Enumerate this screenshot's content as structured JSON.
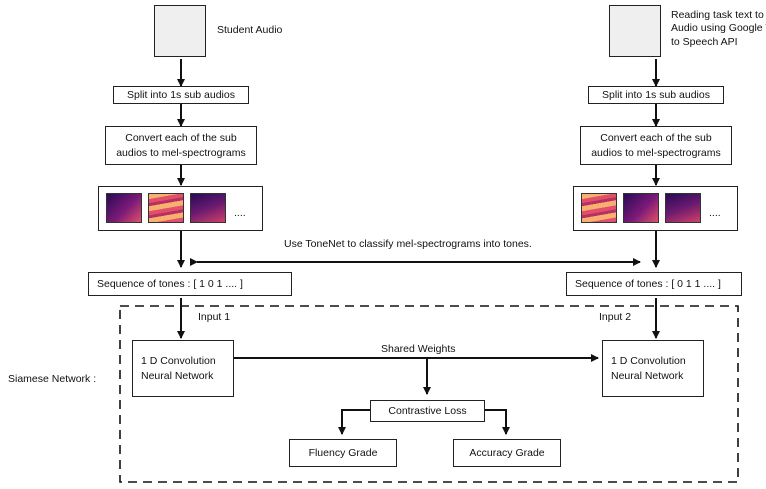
{
  "left_branch": {
    "audio_label": "Student Audio",
    "split_label": "Split into 1s sub audios",
    "convert_label": "Convert each of the sub audios to mel-spectrograms",
    "ellipsis": "....",
    "tones_label": "Sequence of tones : [ 1 0 1 .... ]",
    "input_label": "Input 1",
    "conv_label": "1 D Convolution Neural Network"
  },
  "right_branch": {
    "audio_label": "Reading task text to Audio using Google Text to Speech API",
    "split_label": "Split into 1s sub audios",
    "convert_label": "Convert each of the sub audios to mel-spectrograms",
    "ellipsis": "....",
    "tones_label": "Sequence of tones : [ 0 1 1 .... ]",
    "input_label": "Input 2",
    "conv_label": "1 D Convolution Neural Network"
  },
  "tonenet_label": "Use ToneNet to classify mel-spectrograms into tones.",
  "siamese": {
    "label": "Siamese Network :",
    "shared_weights": "Shared Weights",
    "loss_label": "Contrastive Loss",
    "fluency_label": "Fluency Grade",
    "accuracy_label": "Accuracy Grade"
  },
  "colors": {
    "spectrogram_dark": "#3a1060",
    "spectrogram_bright": "#f5a060",
    "spectrogram_mid": "#c43a6a"
  }
}
